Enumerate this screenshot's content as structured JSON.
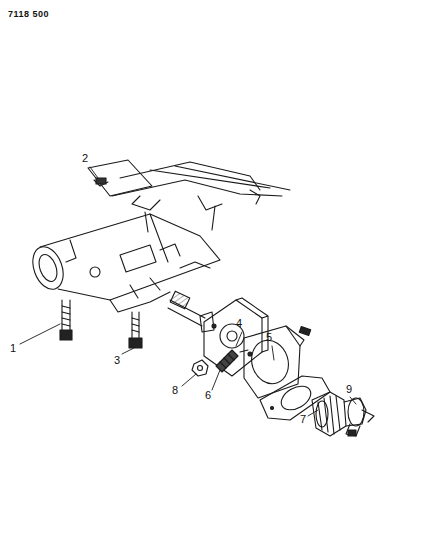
{
  "diagram": {
    "labels": [
      "7118 500",
      "2",
      "4",
      "5",
      "9",
      "1",
      "3",
      "8",
      "6",
      "7"
    ]
  }
}
